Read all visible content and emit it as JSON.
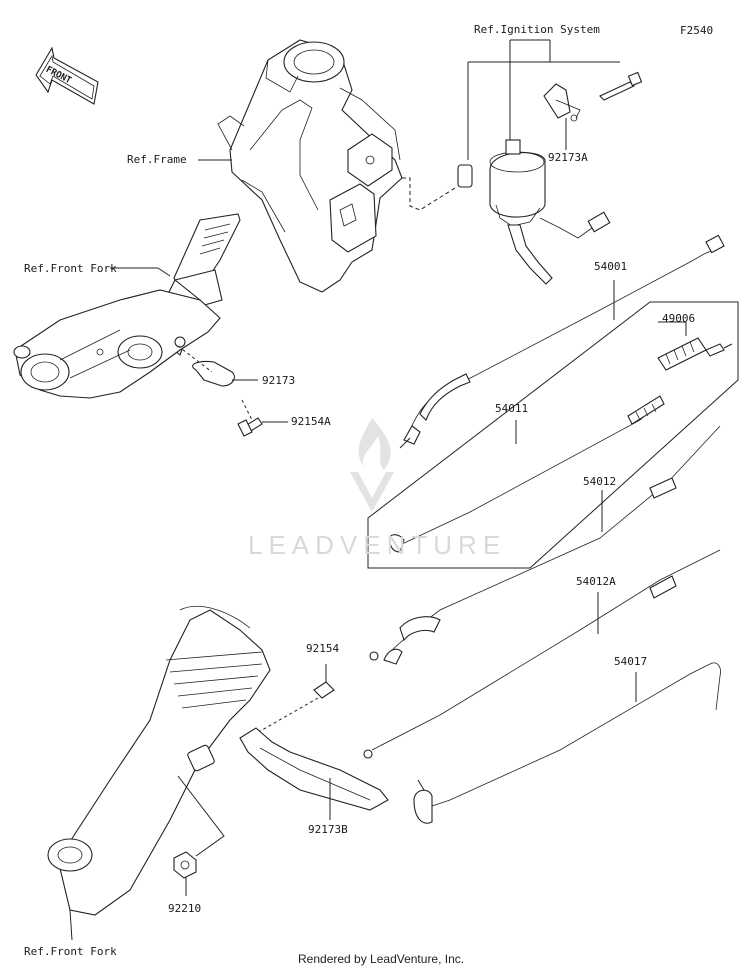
{
  "figure_code": "F2540",
  "front_arrow_text": "FRONT",
  "labels": {
    "ref_ignition": "Ref.Ignition System",
    "ref_frame": "Ref.Frame",
    "ref_front_fork_top": "Ref.Front Fork",
    "ref_front_fork_bottom": "Ref.Front Fork",
    "p92173A": "92173A",
    "p54001": "54001",
    "p49006": "49006",
    "p54011": "54011",
    "p54012": "54012",
    "p54012A": "54012A",
    "p54017": "54017",
    "p92173": "92173",
    "p92154A": "92154A",
    "p92154": "92154",
    "p92173B": "92173B",
    "p92210": "92210"
  },
  "watermark": "LEADVENTURE",
  "footer": "Rendered by LeadVenture, Inc."
}
